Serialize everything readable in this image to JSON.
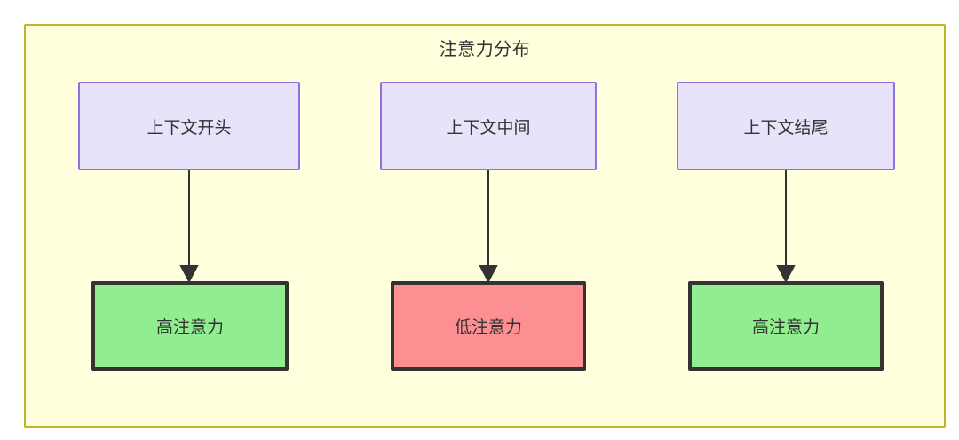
{
  "diagram": {
    "title": "注意力分布",
    "container": {
      "fill": "#ffffde",
      "border": "#bbb530"
    },
    "columns": [
      {
        "context": {
          "label": "上下文开头",
          "fill": "#e7e3fa",
          "border": "#9370db"
        },
        "attention": {
          "label": "高注意力",
          "fill": "#90ee90",
          "border": "#333333",
          "level": "high"
        },
        "arrow": {
          "from": "上下文开头",
          "to": "高注意力"
        }
      },
      {
        "context": {
          "label": "上下文中间",
          "fill": "#e7e3fa",
          "border": "#9370db"
        },
        "attention": {
          "label": "低注意力",
          "fill": "#fc8f91",
          "border": "#333333",
          "level": "low"
        },
        "arrow": {
          "from": "上下文中间",
          "to": "低注意力"
        }
      },
      {
        "context": {
          "label": "上下文结尾",
          "fill": "#e7e3fa",
          "border": "#9370db"
        },
        "attention": {
          "label": "高注意力",
          "fill": "#90ee90",
          "border": "#333333",
          "level": "high"
        },
        "arrow": {
          "from": "上下文结尾",
          "to": "高注意力"
        }
      }
    ]
  }
}
